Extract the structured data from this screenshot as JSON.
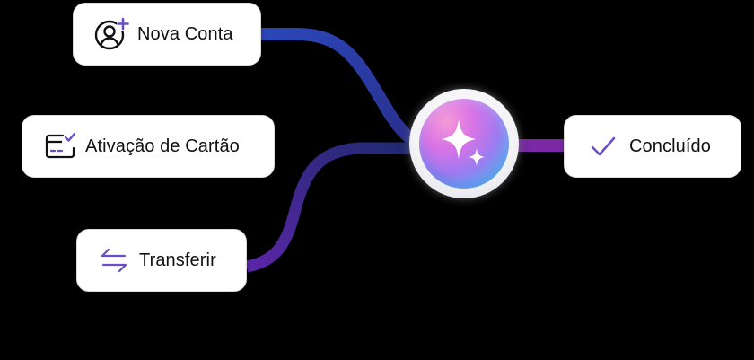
{
  "nodes": {
    "nova_conta": {
      "label": "Nova Conta",
      "icon": "user-add-icon"
    },
    "ativacao": {
      "label": "Ativação de Cartão",
      "icon": "card-check-icon"
    },
    "transferir": {
      "label": "Transferir",
      "icon": "transfer-arrows-icon"
    },
    "concluido": {
      "label": "Concluído",
      "icon": "checkmark-icon"
    }
  },
  "hub": {
    "icon": "sparkle-icon"
  },
  "colors": {
    "line_blue": "#2a3fa8",
    "line_purple": "#8a2bbd",
    "line_navy": "#222a6e",
    "icon_purple": "#6a4ec9",
    "text": "#111114"
  }
}
